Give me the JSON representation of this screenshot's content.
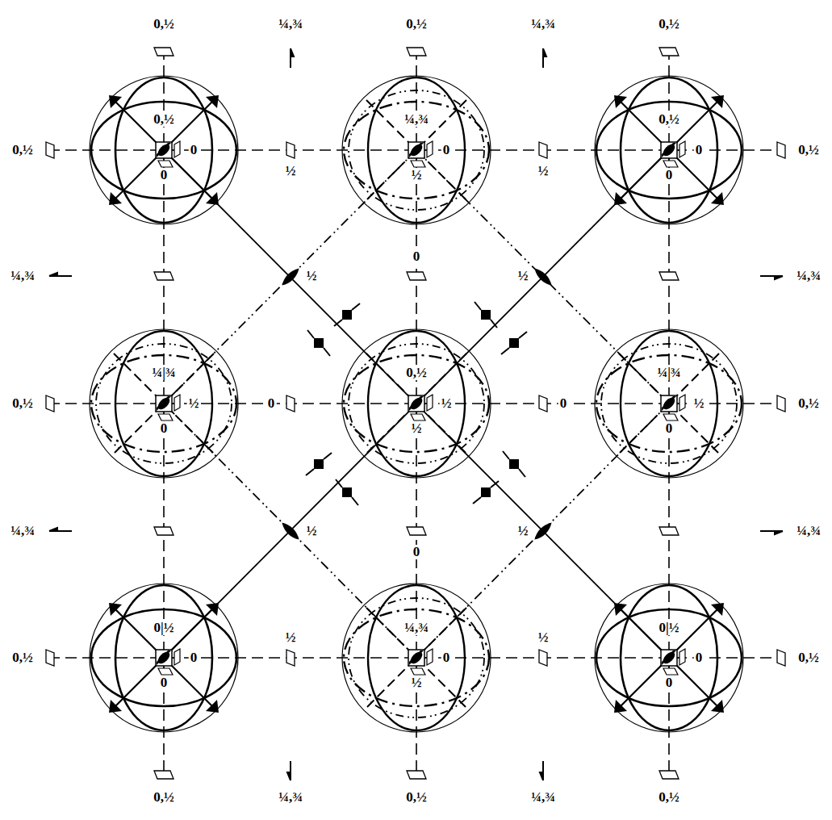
{
  "diagram": {
    "labels": [
      "0,½",
      "¼,¾",
      "0,½",
      "¼,¾",
      "0,½",
      "0,½",
      "0,½",
      "0",
      "0",
      "½",
      "¼,¾",
      "0",
      "½",
      "½",
      "0,½",
      "0",
      "0",
      "0,½",
      "¼,¾",
      "½",
      "0",
      "½",
      "¼,¾",
      "0,½",
      "¼|¾",
      "½",
      "0",
      "0",
      "0,½",
      "½",
      "½",
      "0",
      "¼|¾",
      "½",
      "0",
      "0,½",
      "¼,¾",
      "½",
      "0",
      "½",
      "¼,¾",
      "0,½",
      "0|½",
      "0",
      "0",
      "½",
      "¼,¾",
      "0",
      "½",
      "½",
      "0|½",
      "0",
      "0",
      "0,½",
      "0,½",
      "¼,¾",
      "0,½",
      "¼,¾",
      "0,½"
    ]
  }
}
